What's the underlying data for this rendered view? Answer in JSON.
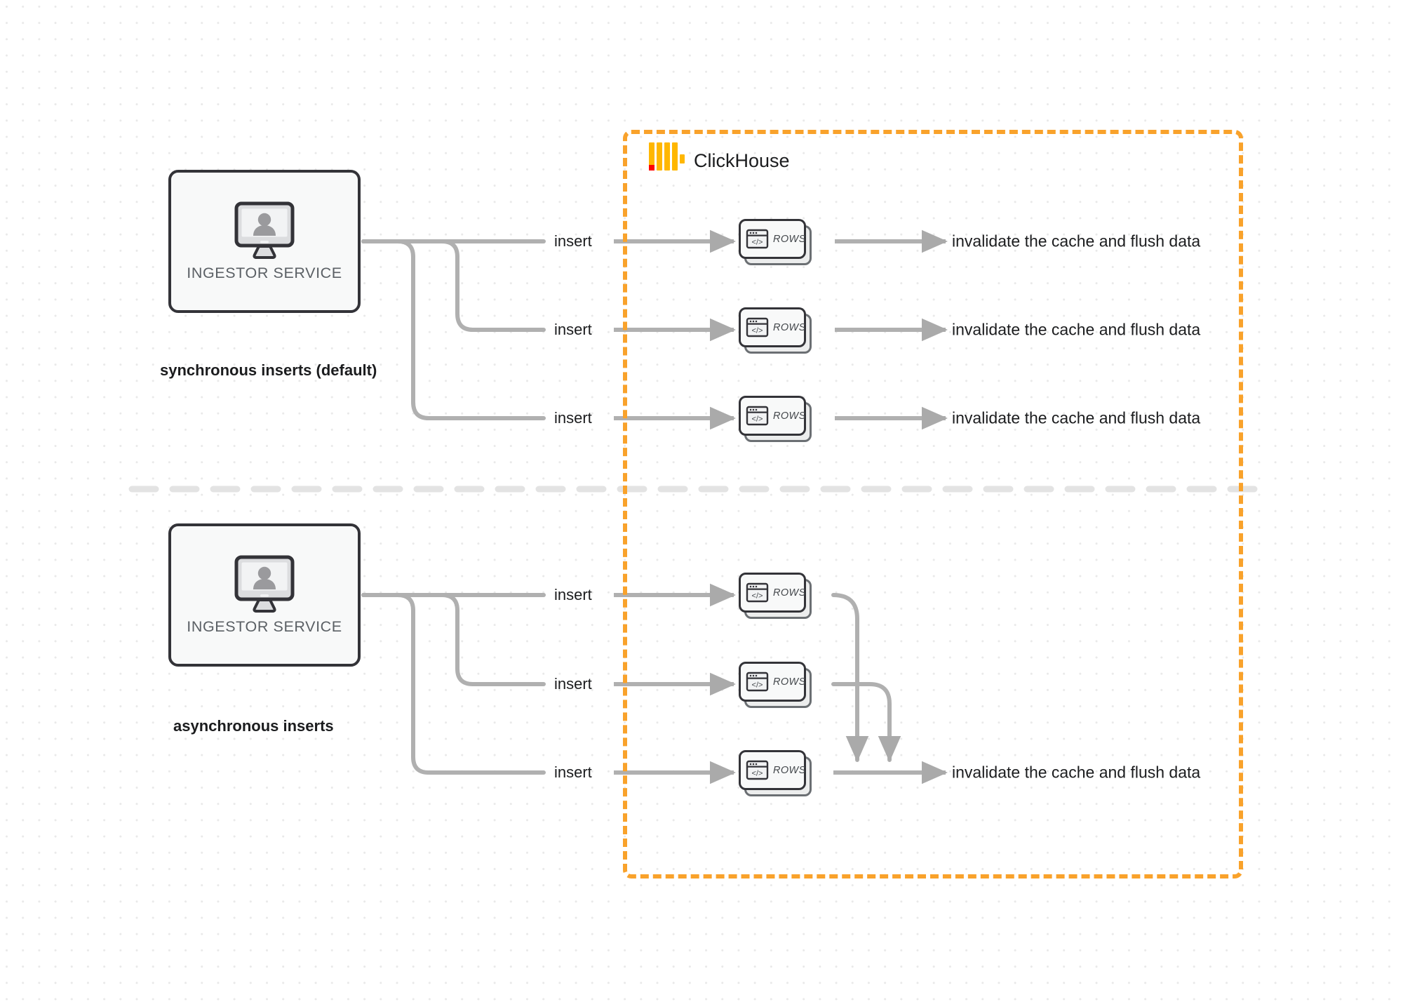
{
  "diagram": {
    "title": "ClickHouse synchronous vs asynchronous inserts",
    "colors": {
      "brand_orange": "#f9a22b",
      "logo_yellow": "#ffb700",
      "logo_red": "#ff0000",
      "connector_gray": "#b0b0b0",
      "box_border": "#333338",
      "box_fill": "#f8f9f9",
      "divider_gray": "#e3e3e3",
      "background": "#ffffff"
    },
    "background": "dot-grid"
  },
  "clickhouse": {
    "name": "ClickHouse",
    "logo_icon": "clickhouse-logo-icon"
  },
  "divider": {
    "style": "dashed-horizontal-rule"
  },
  "sections": [
    {
      "id": "sync",
      "label": "synchronous inserts (default)",
      "service": {
        "caption": "INGESTOR SERVICE",
        "icon": "monitor-user-icon"
      },
      "rows": [
        {
          "insert_label": "insert",
          "card_label": "ROWS",
          "card_icon": "code-window-icon",
          "sink_label": "invalidate the cache and flush data"
        },
        {
          "insert_label": "insert",
          "card_label": "ROWS",
          "card_icon": "code-window-icon",
          "sink_label": "invalidate the cache and flush data"
        },
        {
          "insert_label": "insert",
          "card_label": "ROWS",
          "card_icon": "code-window-icon",
          "sink_label": "invalidate the cache and flush data"
        }
      ]
    },
    {
      "id": "async",
      "label": "asynchronous inserts",
      "service": {
        "caption": "INGESTOR SERVICE",
        "icon": "monitor-user-icon"
      },
      "rows": [
        {
          "insert_label": "insert",
          "card_label": "ROWS",
          "card_icon": "code-window-icon"
        },
        {
          "insert_label": "insert",
          "card_label": "ROWS",
          "card_icon": "code-window-icon"
        },
        {
          "insert_label": "insert",
          "card_label": "ROWS",
          "card_icon": "code-window-icon"
        }
      ],
      "merged_sink_label": "invalidate the cache and flush data"
    }
  ]
}
